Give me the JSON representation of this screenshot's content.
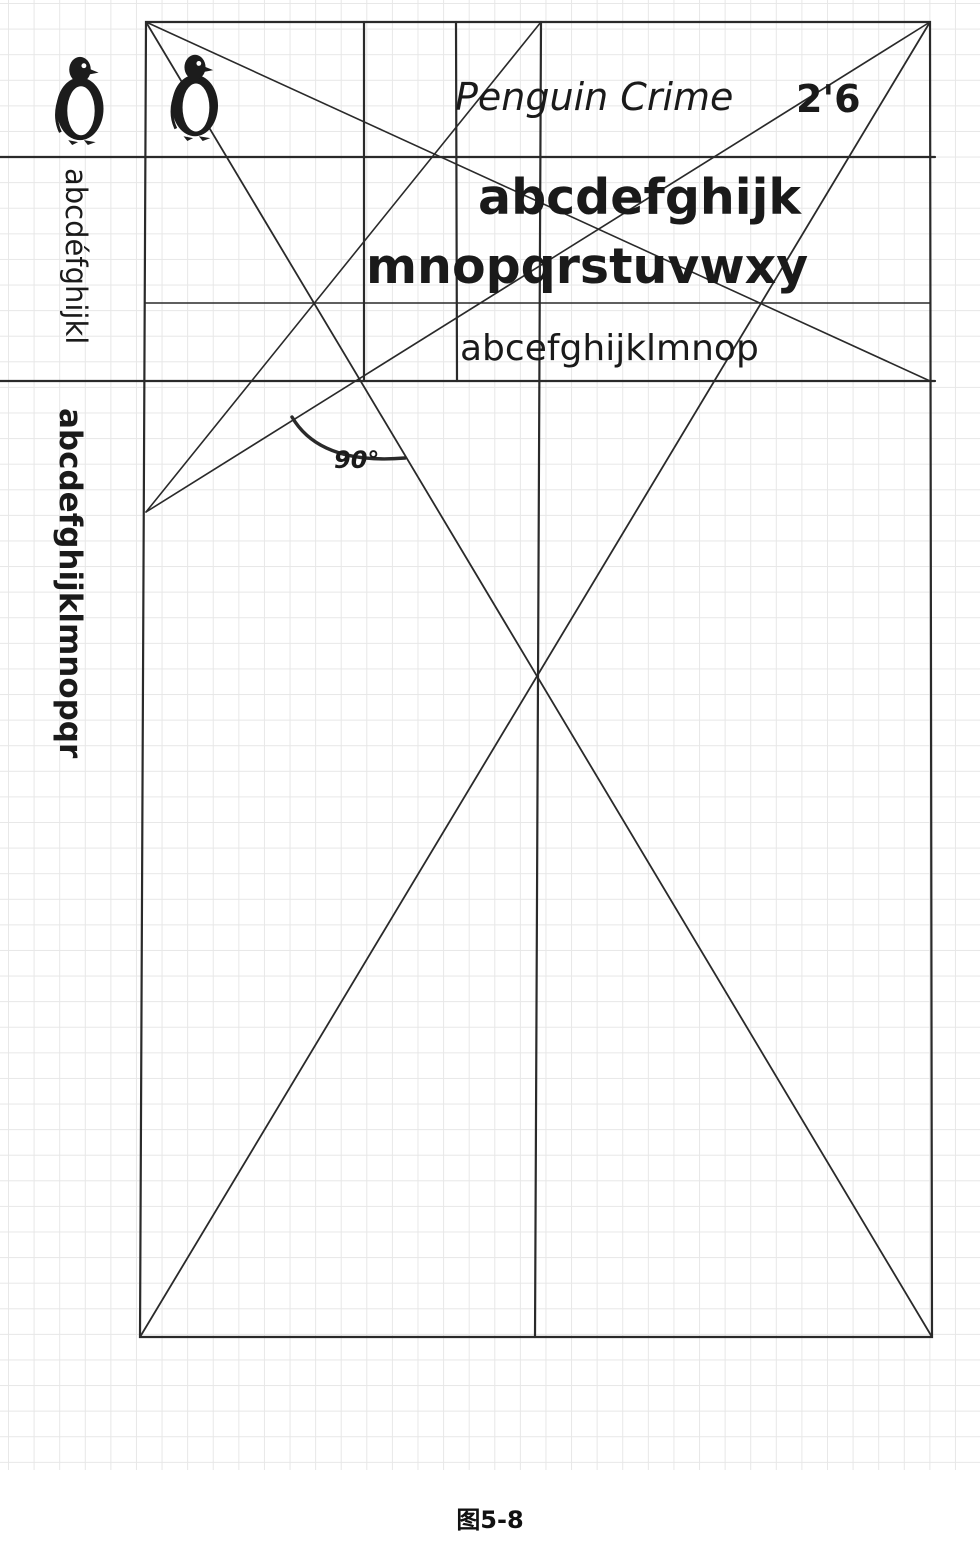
{
  "header": {
    "series": "Penguin Crime",
    "price": "2'6"
  },
  "type_samples": {
    "large_line_1": "abcdefghijk",
    "large_line_2": "mnopqrstuvwxy",
    "small_line": "abcefghijklmnop"
  },
  "spine": {
    "upper_text": "abcdéfghijkl",
    "lower_text": "abcdefghijklmnopqr"
  },
  "angle_label": "90°",
  "caption": "图5-8",
  "icons": [
    "penguin-logo-icon",
    "penguin-logo-icon"
  ],
  "colors": {
    "ink": "#2a2a2a",
    "grid": "#e7e7e7",
    "background": "#ffffff"
  }
}
